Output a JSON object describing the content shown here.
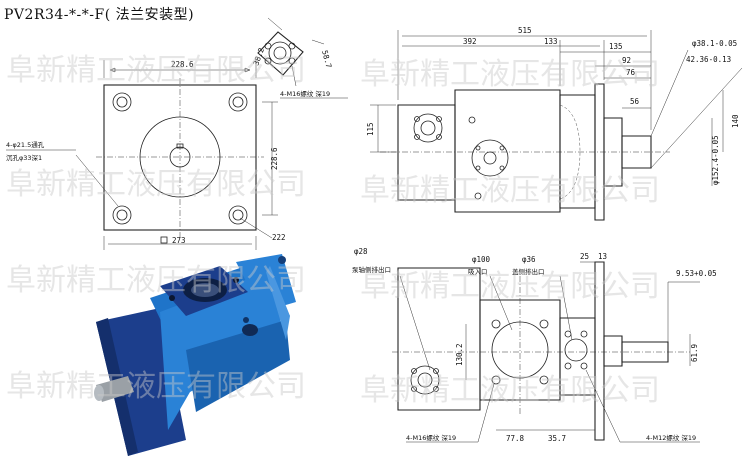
{
  "title": "PV2R34-*-*-F( 法兰安装型)",
  "watermark": "阜新精工液压有限公司",
  "front_view": {
    "dims": {
      "width_top": "228.6",
      "height_side": "228.6",
      "width_bottom": "273",
      "corner": "222",
      "bolt_pcd_a": "38.2",
      "bolt_pcd_b": "58.7"
    },
    "notes": {
      "holes": "4-φ21.5通孔",
      "counterbore": "沉孔φ33深1",
      "flange_thread": "4-M16螺纹  深19"
    }
  },
  "side_view": {
    "dims": {
      "overall": "515",
      "d392": "392",
      "d133": "133",
      "d135": "135",
      "d92": "92",
      "d76": "76",
      "d56": "56",
      "d115": "115",
      "d140": "140",
      "shaft_dia": "φ38.1-0.05",
      "shaft_dia2": "42.36-0.13",
      "pilot": "φ152.4-0.05"
    }
  },
  "bottom_view": {
    "labels": {
      "phi28": "φ28",
      "phi100": "φ100",
      "phi36": "φ36",
      "outlet_pump": "泵轴侧排出口",
      "inlet": "吸入口",
      "outlet_cover": "盖侧排出口",
      "d25": "25",
      "d13": "13",
      "key": "9.53+0.05",
      "d130": "130.2",
      "d619": "61.9",
      "d778": "77.8",
      "d357": "35.7",
      "m16": "4-M16螺纹  深19",
      "m12": "4-M12螺纹  深19"
    }
  },
  "colors": {
    "pump_body": "#1f74c9",
    "flange": "#1c3e8c",
    "shaft": "#9aa0a6"
  }
}
